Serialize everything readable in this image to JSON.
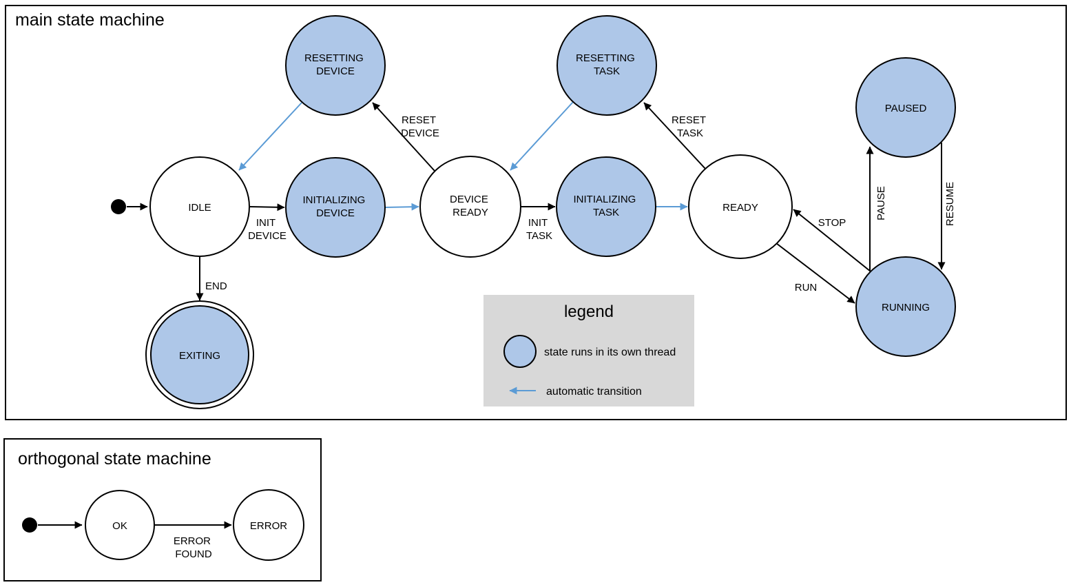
{
  "colors": {
    "threaded_state_fill": "#aec7e8",
    "auto_transition": "#5b9bd5",
    "legend_background": "#d8d8d8",
    "stroke": "#000000"
  },
  "main_machine": {
    "title": "main state machine",
    "states": {
      "idle": {
        "label": "IDLE",
        "threaded": false
      },
      "initializing_device": {
        "line1": "INITIALIZING",
        "line2": "DEVICE",
        "threaded": true
      },
      "device_ready": {
        "line1": "DEVICE",
        "line2": "READY",
        "threaded": false
      },
      "resetting_device": {
        "line1": "RESETTING",
        "line2": "DEVICE",
        "threaded": true
      },
      "initializing_task": {
        "line1": "INITIALIZING",
        "line2": "TASK",
        "threaded": true
      },
      "resetting_task": {
        "line1": "RESETTING",
        "line2": "TASK",
        "threaded": true
      },
      "ready": {
        "label": "READY",
        "threaded": false
      },
      "paused": {
        "label": "PAUSED",
        "threaded": true
      },
      "running": {
        "label": "RUNNING",
        "threaded": true
      },
      "exiting": {
        "label": "EXITING",
        "threaded": true,
        "final": true
      }
    },
    "transitions": {
      "init_device": {
        "from": "IDLE",
        "to": "INITIALIZING DEVICE",
        "line1": "INIT",
        "line2": "DEVICE"
      },
      "auto_to_device_ready": {
        "from": "INITIALIZING DEVICE",
        "to": "DEVICE READY",
        "automatic": true
      },
      "reset_device": {
        "from": "DEVICE READY",
        "to": "RESETTING DEVICE",
        "line1": "RESET",
        "line2": "DEVICE"
      },
      "auto_to_idle": {
        "from": "RESETTING DEVICE",
        "to": "IDLE",
        "automatic": true
      },
      "init_task": {
        "from": "DEVICE READY",
        "to": "INITIALIZING TASK",
        "line1": "INIT",
        "line2": "TASK"
      },
      "auto_to_ready": {
        "from": "INITIALIZING TASK",
        "to": "READY",
        "automatic": true
      },
      "reset_task": {
        "from": "READY",
        "to": "RESETTING TASK",
        "line1": "RESET",
        "line2": "TASK"
      },
      "auto_to_device_ready_2": {
        "from": "RESETTING TASK",
        "to": "DEVICE READY",
        "automatic": true
      },
      "run": {
        "from": "READY",
        "to": "RUNNING",
        "label": "RUN"
      },
      "stop": {
        "from": "RUNNING",
        "to": "READY",
        "label": "STOP"
      },
      "pause": {
        "from": "RUNNING",
        "to": "PAUSED",
        "label": "PAUSE"
      },
      "resume": {
        "from": "PAUSED",
        "to": "RUNNING",
        "label": "RESUME"
      },
      "end": {
        "from": "IDLE",
        "to": "EXITING",
        "label": "END"
      }
    }
  },
  "legend": {
    "title": "legend",
    "items": [
      {
        "symbol": "threaded-state-circle",
        "label": "state runs in its own thread"
      },
      {
        "symbol": "automatic-transition-arrow",
        "label": "automatic transition"
      }
    ]
  },
  "orthogonal_machine": {
    "title": "orthogonal state machine",
    "states": {
      "ok": {
        "label": "OK",
        "threaded": false
      },
      "error": {
        "label": "ERROR",
        "threaded": false
      }
    },
    "transitions": {
      "error_found": {
        "from": "OK",
        "to": "ERROR",
        "line1": "ERROR",
        "line2": "FOUND"
      }
    }
  }
}
